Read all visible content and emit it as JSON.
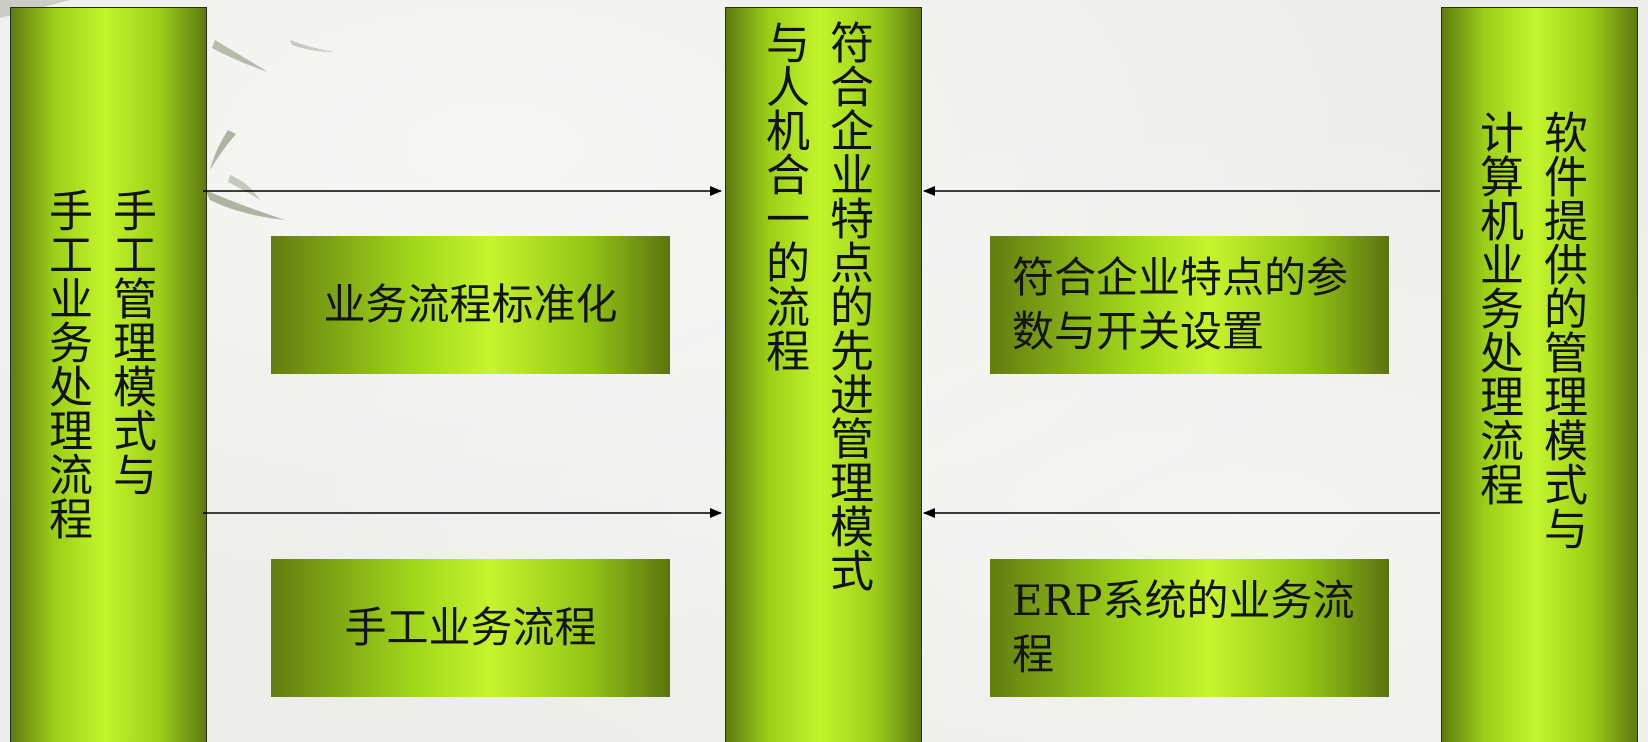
{
  "diagram": {
    "left_column": {
      "text": "手工管理模式与\n手工业务处理流程"
    },
    "center_column": {
      "text": "符合企业特点的先进管理模式\n与人机合一的流程"
    },
    "right_column": {
      "text": "软件提供的管理模式与\n计算机业务处理流程"
    },
    "boxes": {
      "top_left": "业务流程标准化",
      "top_right": "符合企业特点的参数与开关设置",
      "bottom_left": "手工业务流程",
      "bottom_right": "ERP系统的业务流程"
    },
    "colors": {
      "pillar_highlight": "#c3f52c",
      "pillar_shadow": "#5f7a10",
      "arrow": "#000000"
    }
  }
}
